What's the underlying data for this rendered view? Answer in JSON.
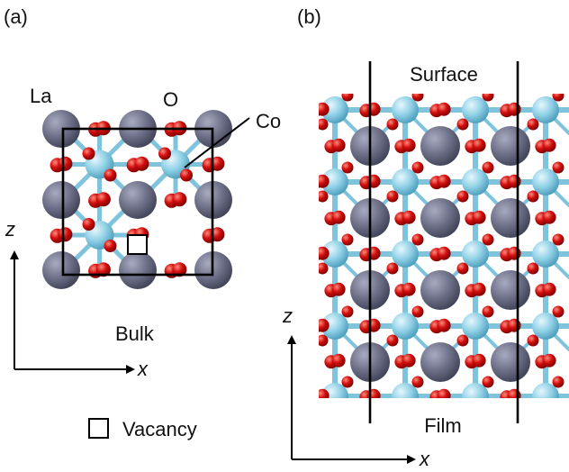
{
  "panel_a": {
    "tag": "(a)",
    "atom_labels": {
      "la": "La",
      "o": "O",
      "co": "Co"
    },
    "caption": "Bulk",
    "axes": {
      "vertical": "z",
      "horizontal": "x"
    },
    "legend": {
      "vacancy": "Vacancy"
    }
  },
  "panel_b": {
    "tag": "(b)",
    "top_label": "Surface",
    "bottom_label": "Film",
    "axes": {
      "vertical": "z",
      "horizontal": "x"
    }
  },
  "colors": {
    "la": "#6e7189",
    "co": "#8fd0e6",
    "o": "#d20f0f",
    "bond": "#7fc3dc",
    "line": "#000000"
  }
}
